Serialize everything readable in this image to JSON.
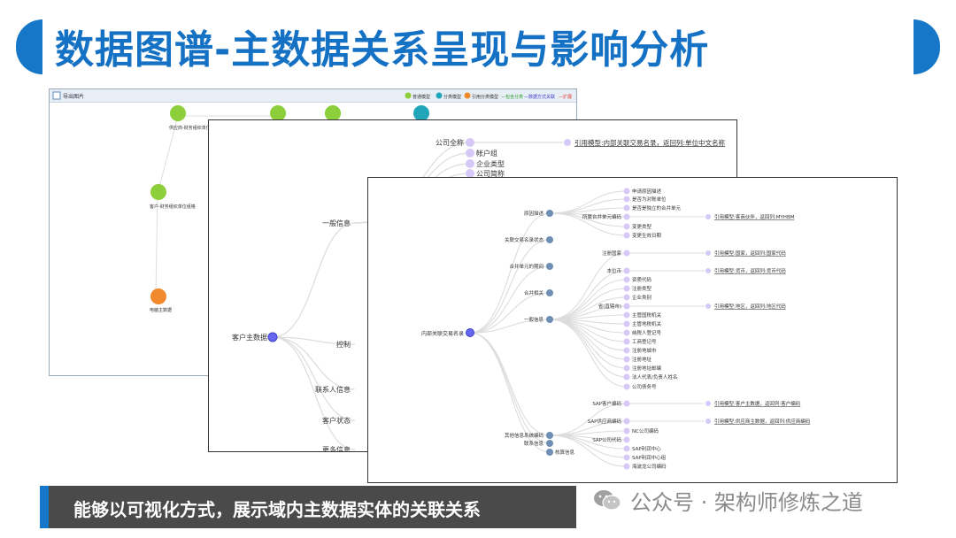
{
  "title": "数据图谱-主数据关系呈现与影响分析",
  "caption": "能够以可视化方式，展示域内主数据实体的关联关系",
  "watermark": "公众号 · 架构师修炼之道",
  "colors": {
    "accent": "#1677c9",
    "node": "#c9b8f5",
    "root": "#6666ee",
    "mid": "#6e8fb3"
  },
  "panel1": {
    "toolbar_title": "导出图片",
    "legend": [
      "普通模型",
      "分类模型",
      "引用分类模型",
      "—包含分类",
      "—数据方式关联",
      "—扩展"
    ],
    "nodes": [
      "供应商-财务组织单位",
      "客户-财务组织单位组格",
      "电脑主数据"
    ]
  },
  "panel2": {
    "root": "客户主数据",
    "branches": [
      "一般信息",
      "控制",
      "联系人信息",
      "客户状态",
      "更多信息"
    ],
    "top_leaves": [
      "公司全称",
      "帐户组",
      "企业类型",
      "公司简称"
    ],
    "ref_label": "引用模型:内部关联交易名录，返回列:单位中文名称"
  },
  "panel3": {
    "root": "内部关联交易名录",
    "mid": [
      "原因描述",
      "关联交易名录状态",
      "合并单元的期间",
      "合并相关",
      "一般信息",
      "其他信息系统编码",
      "联系信息",
      "核算信息"
    ],
    "reason_children": [
      "申请原因描述",
      "是否为对账单位",
      "是否是独立的合并单元",
      "所属合并单元编码",
      "变更类型",
      "变更生效日期"
    ],
    "ref1": "引用模型:客商伙伴，返回列:MYHBM",
    "register": "注册国家",
    "ref2": "引用模型:国家，返回列:国家代码",
    "currency": "本位币",
    "ref3": "引用模型:货币，返回列:货币代码",
    "general_children": [
      "资质代码",
      "注册类型",
      "企业类别",
      "省(直辖市)",
      "主管国税机关",
      "主管地税机关",
      "纳税人登记号",
      "工商登记号",
      "注册地城市",
      "注册地址",
      "注册地址邮编",
      "法人代表/负责人姓名",
      "公司债务号"
    ],
    "ref4": "引用模型:地区，返回列:地区代码",
    "sap_children": [
      "SAP客户编码",
      "SAP供应商编码",
      "NC公司编码",
      "SAP公司代码",
      "SAP利润中心",
      "SAP利润中心组",
      "海波龙公司编码"
    ],
    "ref5": "引用模型:客户主数据，返回列:客户编码",
    "ref6": "引用模型:供应商主数据，返回列:供应商编码"
  }
}
